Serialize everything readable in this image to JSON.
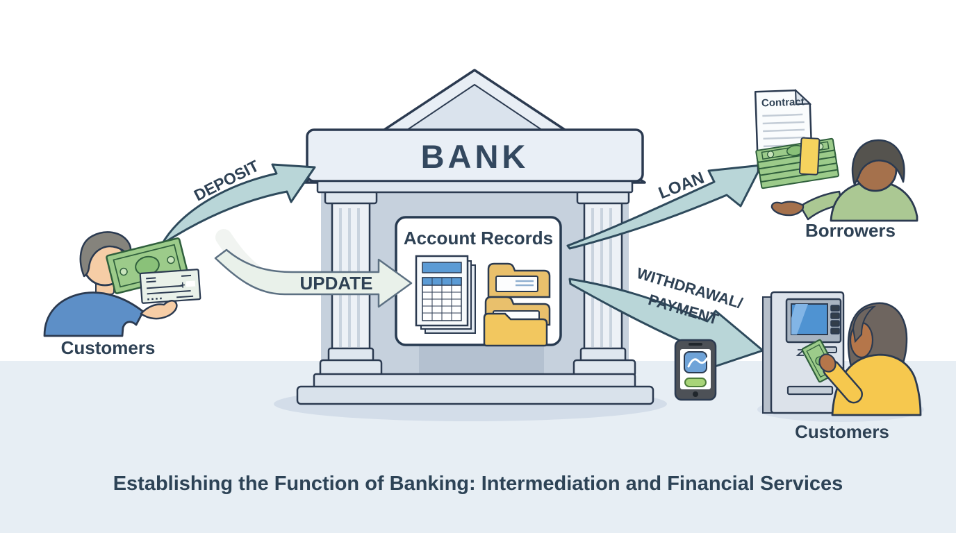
{
  "title": "Establishing the Function of Banking: Intermediation and Financial Services",
  "bank": {
    "sign": "BANK",
    "records_box_title": "Account Records"
  },
  "arrows": {
    "deposit": "DEPOSIT",
    "update": "UPDATE",
    "loan": "LOAN",
    "withdrawal_line1": "WITHDRAWAL/",
    "withdrawal_line2": "PAYMENT"
  },
  "actors": {
    "depositors_label": "Customers",
    "borrowers_label": "Borrowers",
    "withdrawers_label": "Customers"
  },
  "documents": {
    "contract_label": "Contract"
  },
  "colors": {
    "ink": "#2e4154",
    "outline": "#2b3a50",
    "arrow_teal": "#b9d6d8",
    "arrow_light": "#e9f1ea",
    "bank_light": "#e9eff6",
    "bank_wall": "#c6d1dd",
    "folder_gold": "#f2c75f",
    "money_green": "#9ccb8a",
    "shirt_blue": "#5d8fc7",
    "shirt_green": "#abc893",
    "shirt_yellow": "#f6c84e",
    "screen_blue": "#4f93d2",
    "ground": "#e7eef4"
  }
}
